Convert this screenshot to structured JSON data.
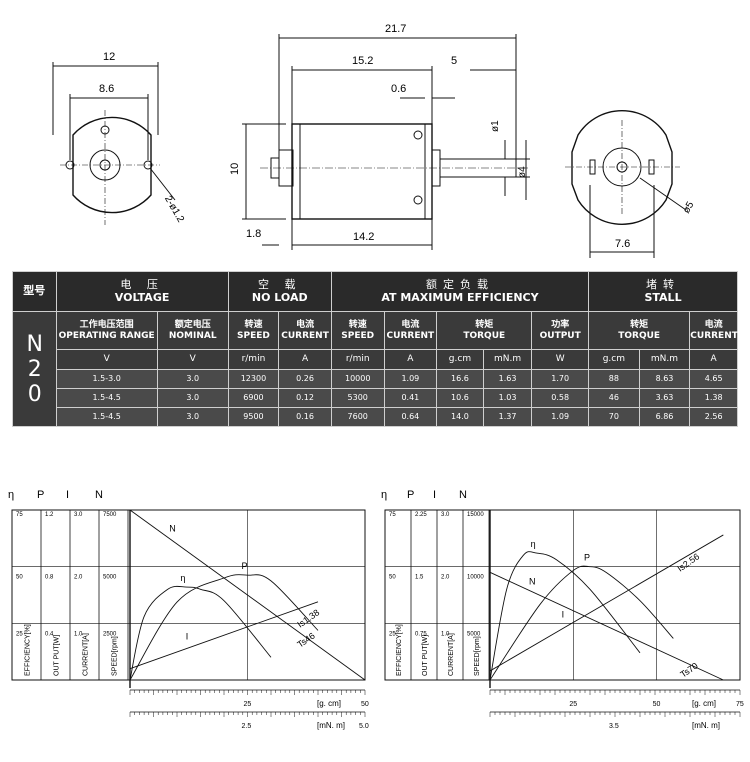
{
  "drawing": {
    "front_left": {
      "width": "12",
      "hole_spacing": "8.6",
      "holes": "2-ø1.2"
    },
    "side": {
      "total_length": "21.7",
      "body_length": "15.2",
      "shaft_length": "5",
      "height": "10",
      "bearing": "0.6",
      "shaft_dia_tip": "ø1",
      "shaft_dia": "ø4",
      "flange": "1.8",
      "body_base": "14.2"
    },
    "front_right": {
      "width": "7.6",
      "boss": "ø5"
    }
  },
  "table": {
    "model_label": "型号",
    "model": "N20",
    "groups": [
      {
        "zh": "电 压",
        "en": "VOLTAGE"
      },
      {
        "zh": "空 载",
        "en": "NO LOAD"
      },
      {
        "zh": "额定负载",
        "en": "AT MAXIMUM EFFICIENCY"
      },
      {
        "zh": "堵转",
        "en": "STALL"
      }
    ],
    "columns": [
      {
        "zh": "工作电压范围",
        "en": "OPERATING RANGE",
        "unit": "V"
      },
      {
        "zh": "额定电压",
        "en": "NOMINAL",
        "unit": "V"
      },
      {
        "zh": "转速",
        "en": "SPEED",
        "unit": "r/min"
      },
      {
        "zh": "电流",
        "en": "CURRENT",
        "unit": "A"
      },
      {
        "zh": "转速",
        "en": "SPEED",
        "unit": "r/min"
      },
      {
        "zh": "电流",
        "en": "CURRENT",
        "unit": "A"
      },
      {
        "zh": "转矩",
        "en": "TORQUE",
        "unit": "g.cm"
      },
      {
        "zh": "",
        "en": "",
        "unit": "mN.m"
      },
      {
        "zh": "功率",
        "en": "OUTPUT",
        "unit": "W"
      },
      {
        "zh": "转矩",
        "en": "TORQUE",
        "unit": "g.cm"
      },
      {
        "zh": "",
        "en": "",
        "unit": "mN.m"
      },
      {
        "zh": "电流",
        "en": "CURRENT",
        "unit": "A"
      }
    ],
    "rows": [
      [
        "1.5-3.0",
        "3.0",
        "12300",
        "0.26",
        "10000",
        "1.09",
        "16.6",
        "1.63",
        "1.70",
        "88",
        "8.63",
        "4.65"
      ],
      [
        "1.5-4.5",
        "3.0",
        "6900",
        "0.12",
        "5300",
        "0.41",
        "10.6",
        "1.03",
        "0.58",
        "46",
        "3.63",
        "1.38"
      ],
      [
        "1.5-4.5",
        "3.0",
        "9500",
        "0.16",
        "7600",
        "0.64",
        "14.0",
        "1.37",
        "1.09",
        "70",
        "6.86",
        "2.56"
      ]
    ]
  },
  "chart_data": [
    {
      "type": "line",
      "axis_symbols": [
        "η",
        "P",
        "I",
        "N"
      ],
      "axis_ticks": {
        "efficiency": [
          "25",
          "50",
          "75"
        ],
        "output": [
          "0.4",
          "0.8",
          "1.2"
        ],
        "current": [
          "1.0",
          "2.0",
          "3.0"
        ],
        "speed": [
          "2500",
          "5000",
          "7500"
        ]
      },
      "axis_titles": [
        "EFFICIENCY[%]",
        "OUT PUT[W]",
        "CURRENT[A]",
        "SPEED[rpm]"
      ],
      "x_gcm_ticks": [
        "25",
        "50"
      ],
      "x_gcm_label": "[g. cm]",
      "x_mnm_ticks": [
        "2.5",
        "5.0"
      ],
      "x_mnm_label": "[mN. m]",
      "x_range_gcm": [
        0,
        50
      ],
      "series": [
        {
          "name": "N",
          "label": "N",
          "x": [
            0,
            50
          ],
          "y": [
            7500,
            0
          ],
          "unit": "rpm"
        },
        {
          "name": "I",
          "label": "I",
          "x": [
            0,
            40
          ],
          "y": [
            0.2,
            1.38
          ],
          "unit": "A"
        },
        {
          "name": "P",
          "label": "P",
          "x": [
            0,
            10,
            20,
            25,
            30,
            40
          ],
          "y": [
            0,
            0.55,
            0.72,
            0.74,
            0.7,
            0.35
          ],
          "unit": "W"
        },
        {
          "name": "η",
          "label": "η",
          "x": [
            0,
            3,
            8,
            12,
            15,
            20,
            30
          ],
          "y": [
            0,
            28,
            40,
            41,
            40,
            35,
            10
          ],
          "unit": "%"
        }
      ],
      "annotations": [
        "Is1.38",
        "Ts46"
      ]
    },
    {
      "type": "line",
      "axis_symbols": [
        "η",
        "P",
        "I",
        "N"
      ],
      "axis_ticks": {
        "efficiency": [
          "25",
          "50",
          "75"
        ],
        "output": [
          "0.75",
          "1.5",
          "2.25"
        ],
        "current": [
          "1.0",
          "2.0",
          "3.0"
        ],
        "speed": [
          "5000",
          "10000",
          "15000"
        ]
      },
      "axis_titles": [
        "EFFICIENCY[%]",
        "OUT PUT[W]",
        "CURRENT[A]",
        "SPEED[rpm]"
      ],
      "x_gcm_ticks": [
        "25",
        "50",
        "75"
      ],
      "x_gcm_label": "[g. cm]",
      "x_mnm_ticks": [
        "3.5"
      ],
      "x_mnm_label": "[mN. m]",
      "x_range_gcm": [
        0,
        75
      ],
      "series": [
        {
          "name": "N",
          "label": "N",
          "x": [
            0,
            70
          ],
          "y": [
            9500,
            0
          ],
          "unit": "rpm"
        },
        {
          "name": "I",
          "label": "I",
          "x": [
            0,
            70
          ],
          "y": [
            0.16,
            2.56
          ],
          "unit": "A"
        },
        {
          "name": "P",
          "label": "P",
          "x": [
            0,
            15,
            25,
            30,
            35,
            45,
            55
          ],
          "y": [
            0,
            1.0,
            1.45,
            1.5,
            1.42,
            1.05,
            0.55
          ],
          "unit": "W"
        },
        {
          "name": "η",
          "label": "η",
          "x": [
            0,
            5,
            10,
            14,
            20,
            30,
            45
          ],
          "y": [
            0,
            40,
            55,
            56,
            53,
            40,
            12
          ],
          "unit": "%"
        }
      ],
      "annotations": [
        "Is2.56",
        "Ts70"
      ]
    }
  ]
}
